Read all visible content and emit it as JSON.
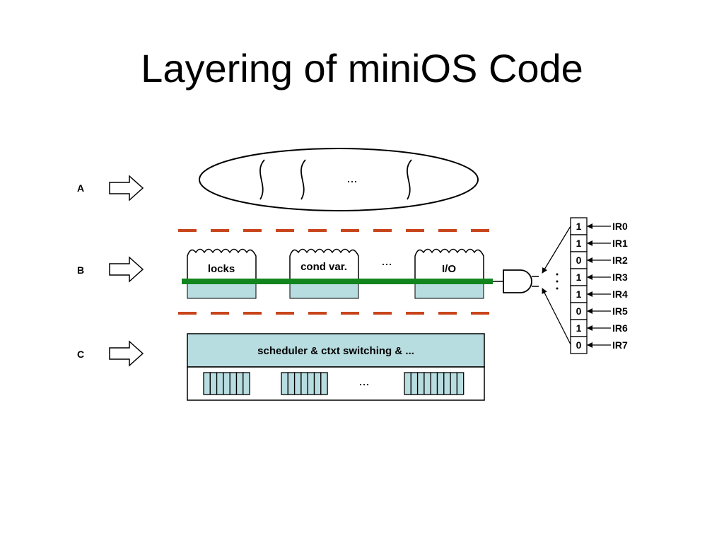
{
  "title": "Layering of miniOS Code",
  "layers": {
    "a": "A",
    "b": "B",
    "c": "C"
  },
  "ellipsis": "...",
  "modules": {
    "locks": "locks",
    "cond_var": "cond var.",
    "io": "I/O"
  },
  "scheduler_label": "scheduler  &  ctxt switching  &  ...",
  "interrupt_register": [
    {
      "bit": "1",
      "line": "IR0"
    },
    {
      "bit": "1",
      "line": "IR1"
    },
    {
      "bit": "0",
      "line": "IR2"
    },
    {
      "bit": "1",
      "line": "IR3"
    },
    {
      "bit": "1",
      "line": "IR4"
    },
    {
      "bit": "0",
      "line": "IR5"
    },
    {
      "bit": "1",
      "line": "IR6"
    },
    {
      "bit": "0",
      "line": "IR7"
    }
  ],
  "colors": {
    "dashed_separator": "#c8451c",
    "bus": "#13851e",
    "module_fill": "#b8dde0"
  }
}
